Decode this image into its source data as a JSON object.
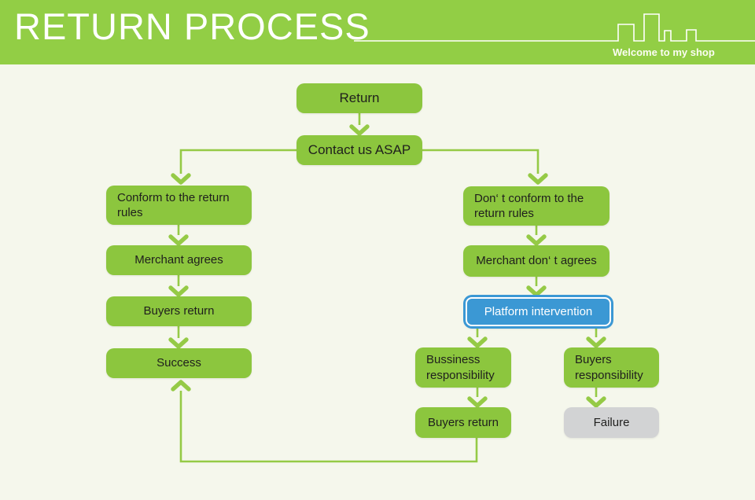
{
  "header": {
    "title": "RETURN PROCESS",
    "tagline": "Welcome to my shop"
  },
  "colors": {
    "header_green": "#92ce45",
    "node_green": "#8cc63e",
    "connector_green": "#95ca46",
    "highlight_blue": "#3b98d4",
    "fail_gray": "#d2d3d4",
    "background_cream": "#f5f7ec",
    "text_dark": "#1f1f1d",
    "text_white": "#ffffff"
  },
  "flow": {
    "nodes": {
      "return": {
        "label": "Return"
      },
      "contact": {
        "label": "Contact us ASAP"
      },
      "conform": {
        "label": "Conform to the return rules"
      },
      "merchant_agrees": {
        "label": "Merchant agrees"
      },
      "buyers_return_left": {
        "label": "Buyers return"
      },
      "success": {
        "label": "Success"
      },
      "dont_conform": {
        "label": "Don‘ t conform to the return rules"
      },
      "merchant_dont_agree": {
        "label": "Merchant don‘ t agrees"
      },
      "platform": {
        "label": "Platform intervention"
      },
      "bussiness_resp": {
        "label": "Bussiness responsibility"
      },
      "buyers_resp": {
        "label": "Buyers responsibility"
      },
      "buyers_return_right": {
        "label": "Buyers return"
      },
      "failure": {
        "label": "Failure"
      }
    }
  }
}
